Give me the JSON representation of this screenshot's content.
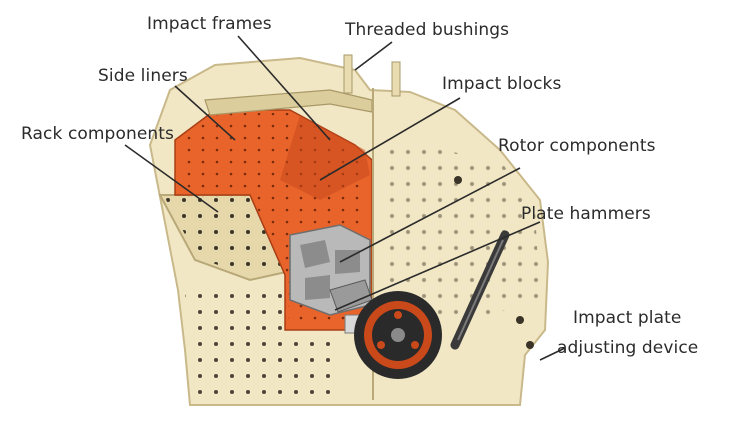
{
  "labels": {
    "impact_frames": "Impact frames",
    "threaded_bushings": "Threaded bushings",
    "side_liners": "Side liners",
    "impact_blocks": "Impact blocks",
    "rack_components": "Rack components",
    "rotor_components": "Rotor components",
    "plate_hammers": "Plate hammers",
    "impact_plate_line1": "Impact plate",
    "impact_plate_line2": "adjusting device"
  },
  "colors": {
    "casing": "#f1e7c4",
    "casing_edge": "#c9b98a",
    "liner": "#e9642a",
    "liner_dark": "#c9491b",
    "rotor": "#b9b9b9",
    "flywheel": "#2a2a2a",
    "leader": "#2b2b2b"
  }
}
